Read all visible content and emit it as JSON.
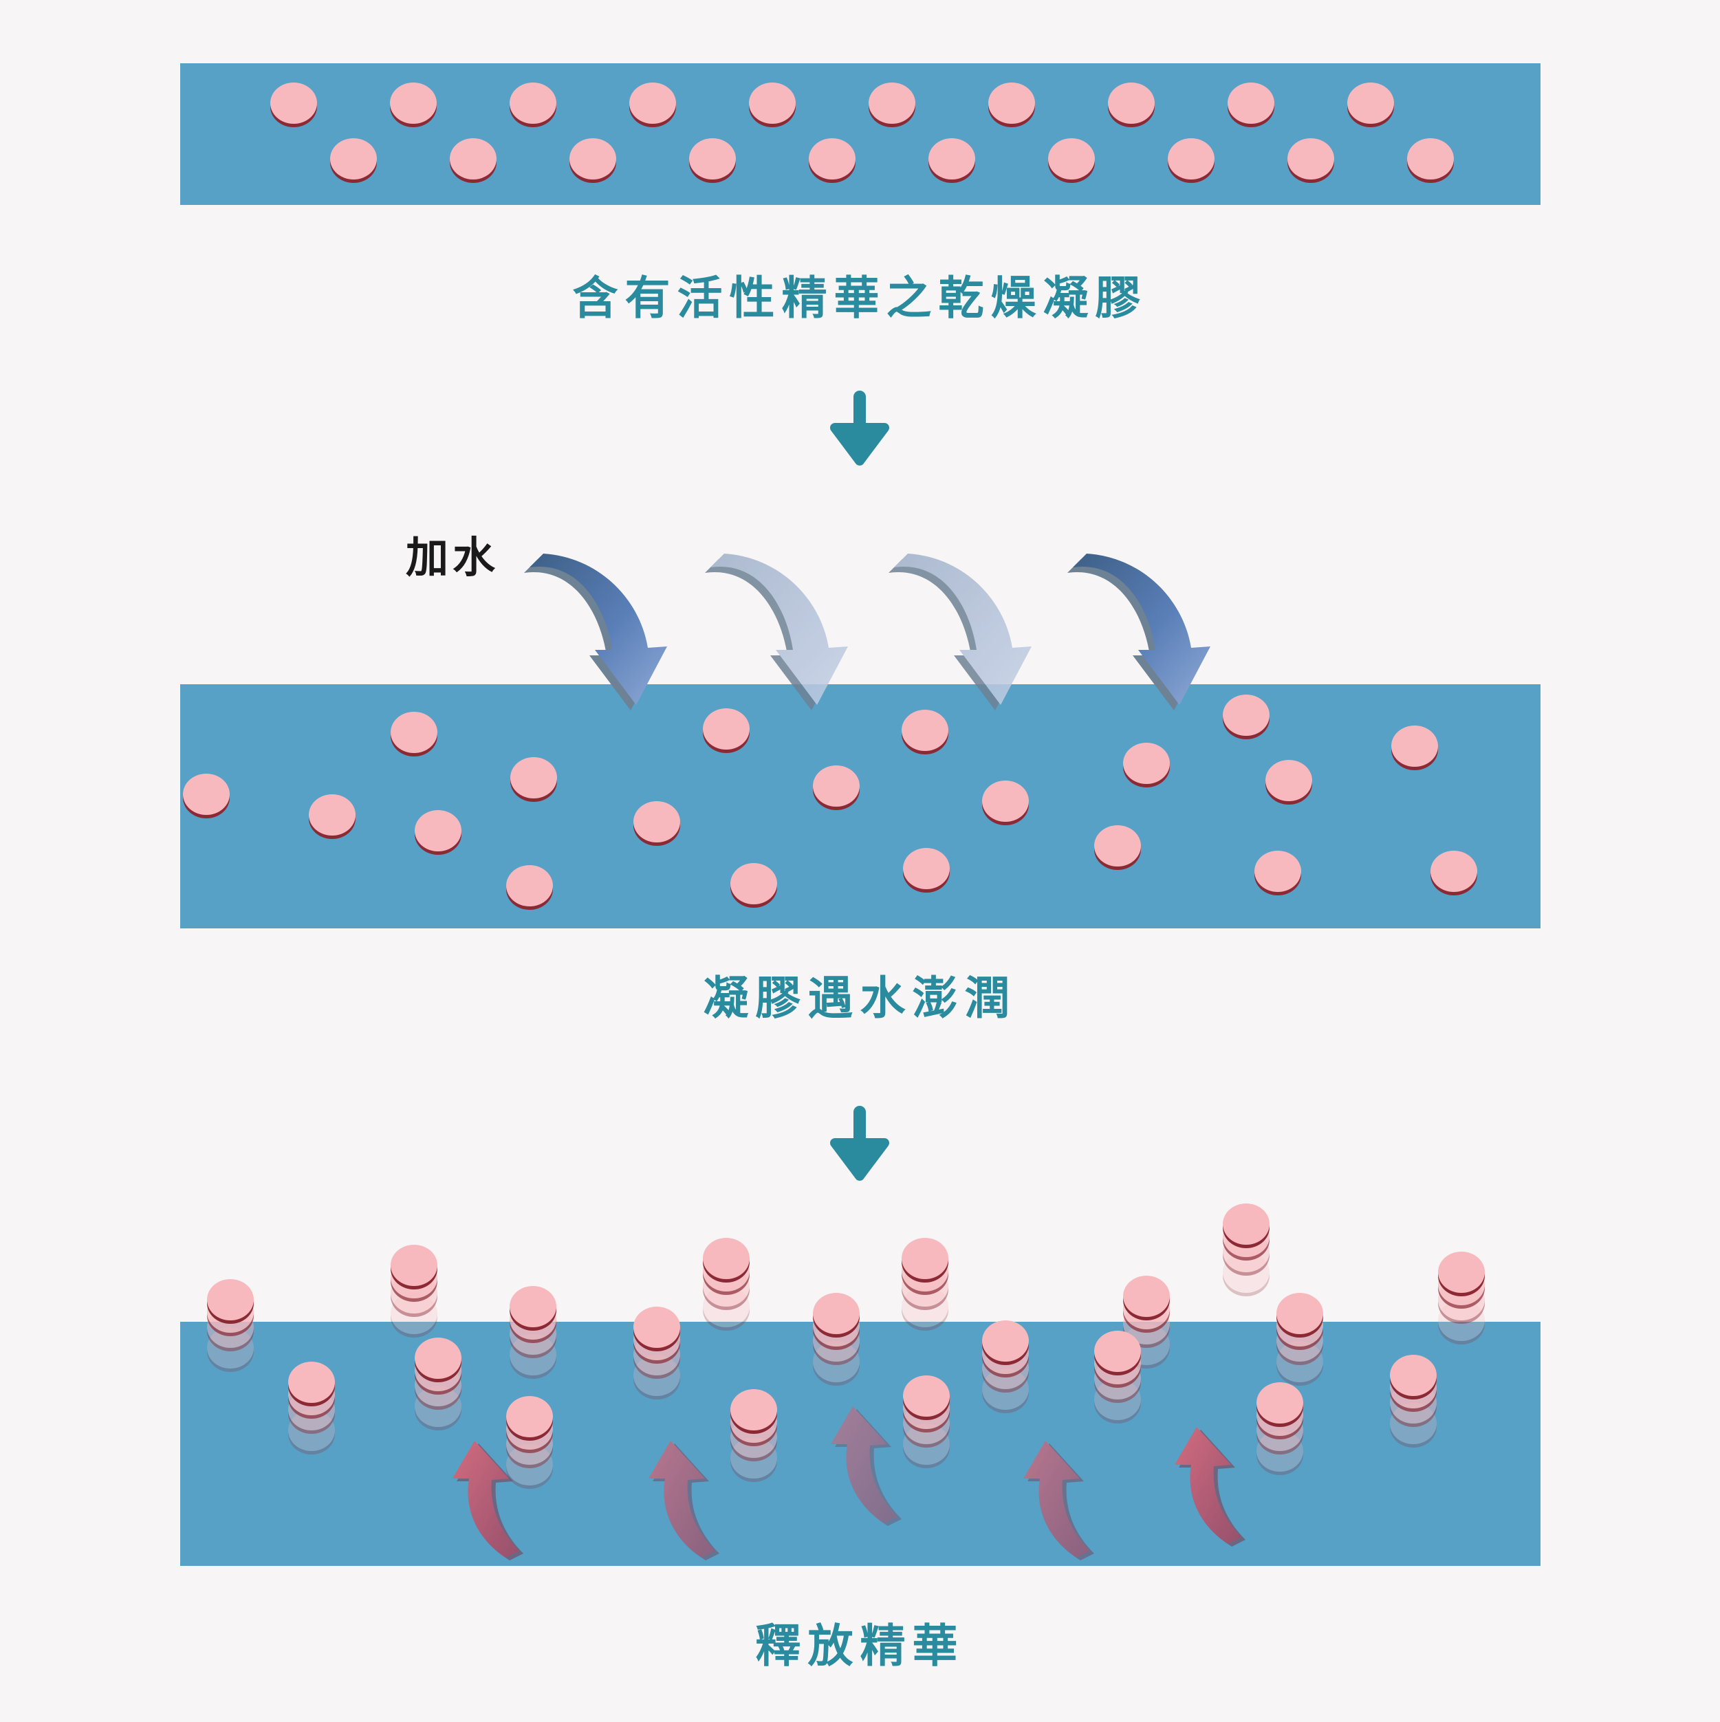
{
  "stages": [
    {
      "id": "dry",
      "caption": "含有活性精華之乾燥凝膠"
    },
    {
      "id": "swelling",
      "caption": "凝膠遇水澎潤",
      "annotation": "加水"
    },
    {
      "id": "release",
      "caption": "釋放精華"
    }
  ],
  "colors": {
    "background": "#f7f5f5",
    "gel": "#57a1c6",
    "particle": "#f7b9be",
    "particle_edge": "#8b2a35",
    "caption": "#2a8a9e",
    "step_arrow": "#2a8a9e",
    "water_arrow": "#5d87b8",
    "release_arrow": "#c56c7d"
  },
  "icons": {
    "step_arrow": "arrow-down-icon",
    "water_arrow": "curved-arrow-down-icon",
    "release_arrow": "curved-arrow-up-icon"
  }
}
